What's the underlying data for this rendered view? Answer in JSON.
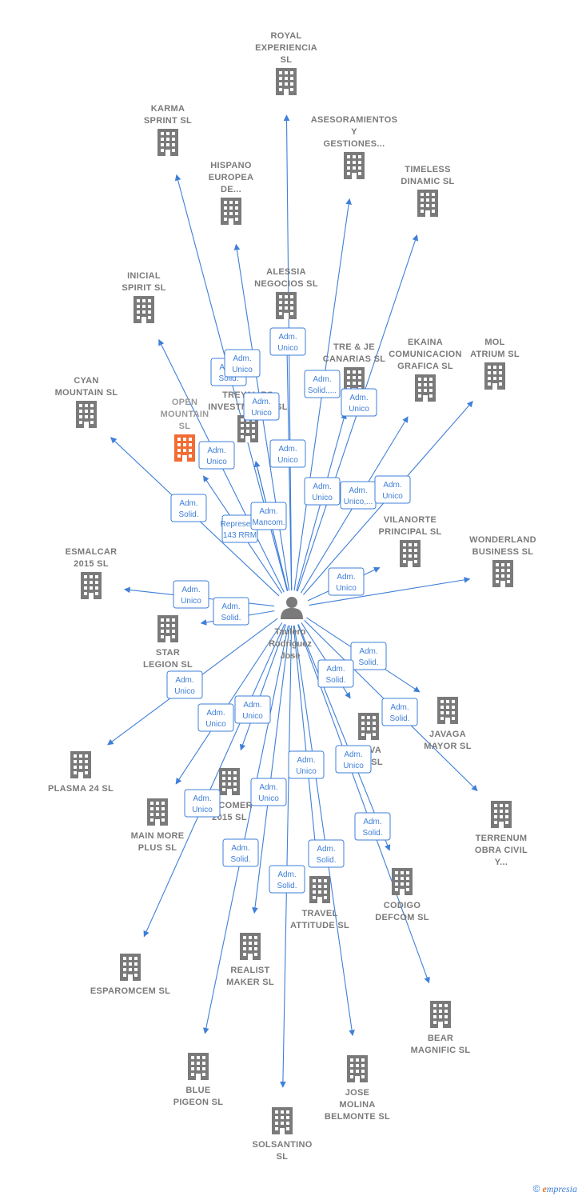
{
  "center": {
    "name_lines": [
      "Taulero",
      "Rodriguez",
      "Jose"
    ],
    "icon": "person-icon"
  },
  "colors": {
    "edge": "#3f7fd8",
    "building": "#7a7a7a",
    "highlight": "#f26c33"
  },
  "nodes": [
    {
      "id": "royal",
      "lines": [
        "ROYAL",
        "EXPERIENCIA",
        "SL"
      ],
      "highlight": false
    },
    {
      "id": "karma",
      "lines": [
        "KARMA",
        "SPRINT  SL"
      ],
      "highlight": false
    },
    {
      "id": "asesoramientos",
      "lines": [
        "ASESORAMIENTOS",
        "Y",
        "GESTIONES..."
      ],
      "highlight": false
    },
    {
      "id": "hispano",
      "lines": [
        "HISPANO",
        "EUROPEA",
        "DE..."
      ],
      "highlight": false
    },
    {
      "id": "timeless",
      "lines": [
        "TIMELESS",
        "DINAMIC  SL"
      ],
      "highlight": false
    },
    {
      "id": "inicial",
      "lines": [
        "INICIAL",
        "SPIRIT  SL"
      ],
      "highlight": false
    },
    {
      "id": "alessia",
      "lines": [
        "ALESSIA",
        "NEGOCIOS  SL"
      ],
      "highlight": false
    },
    {
      "id": "trejecanarias",
      "lines": [
        "TRE & JE",
        "CANARIAS  SL"
      ],
      "highlight": false
    },
    {
      "id": "ekaina",
      "lines": [
        "EKAINA",
        "COMUNICACION",
        "GRAFICA  SL"
      ],
      "highlight": false
    },
    {
      "id": "mol",
      "lines": [
        "MOL",
        "ATRIUM  SL"
      ],
      "highlight": false
    },
    {
      "id": "cyan",
      "lines": [
        "CYAN",
        "MOUNTAIN  SL"
      ],
      "highlight": false
    },
    {
      "id": "open",
      "lines": [
        "OPEN",
        "MOUNTAIN",
        "SL"
      ],
      "highlight": true
    },
    {
      "id": "treyal",
      "lines": [
        "TREYAL RS",
        "INVESTMENTS  SL"
      ],
      "highlight": false
    },
    {
      "id": "vilanorte",
      "lines": [
        "VILANORTE",
        "PRINCIPAL  SL"
      ],
      "highlight": false
    },
    {
      "id": "wonderland",
      "lines": [
        "WONDERLAND",
        "BUSINESS  SL"
      ],
      "highlight": false
    },
    {
      "id": "esmalcar",
      "lines": [
        "ESMALCAR",
        "2015  SL"
      ],
      "highlight": false
    },
    {
      "id": "star",
      "lines": [
        "STAR",
        "LEGION  SL"
      ],
      "highlight": false
    },
    {
      "id": "javaga",
      "lines": [
        "JAVAGA",
        "MAYOR  SL"
      ],
      "highlight": false
    },
    {
      "id": "nova",
      "lines": [
        "NOVA",
        "...S  SL"
      ],
      "highlight": false
    },
    {
      "id": "plasma",
      "lines": [
        "PLASMA 24 SL"
      ],
      "highlight": false
    },
    {
      "id": "terrenum",
      "lines": [
        "TERRENUM",
        "OBRA CIVIL",
        "Y..."
      ],
      "highlight": false
    },
    {
      "id": "mainmore",
      "lines": [
        "MAIN MORE",
        "PLUS  SL"
      ],
      "highlight": false
    },
    {
      "id": "alcomer",
      "lines": [
        "ALCOMER",
        "2015  SL"
      ],
      "highlight": false
    },
    {
      "id": "codigo",
      "lines": [
        "CODIGO",
        "DEFCOM  SL"
      ],
      "highlight": false
    },
    {
      "id": "travel",
      "lines": [
        "TRAVEL",
        "ATTITUDE  SL"
      ],
      "highlight": false
    },
    {
      "id": "esparomcem",
      "lines": [
        "ESPAROMCEM SL"
      ],
      "highlight": false
    },
    {
      "id": "realist",
      "lines": [
        "REALIST",
        "MAKER  SL"
      ],
      "highlight": false
    },
    {
      "id": "bear",
      "lines": [
        "BEAR",
        "MAGNIFIC  SL"
      ],
      "highlight": false
    },
    {
      "id": "blue",
      "lines": [
        "BLUE",
        "PIGEON  SL"
      ],
      "highlight": false
    },
    {
      "id": "jose",
      "lines": [
        "JOSE",
        "MOLINA",
        "BELMONTE  SL"
      ],
      "highlight": false
    },
    {
      "id": "solsantino",
      "lines": [
        "SOLSANTINO",
        "SL"
      ],
      "highlight": false
    }
  ],
  "edges": [
    {
      "to": "royal",
      "lines": [
        "Adm.",
        "Unico"
      ]
    },
    {
      "to": "karma",
      "lines": [
        "Adm.",
        "Solid."
      ]
    },
    {
      "to": "asesoramientos",
      "lines": [
        "Adm.",
        "Solid.,..."
      ]
    },
    {
      "to": "hispano",
      "lines": [
        "Adm.",
        "Unico"
      ]
    },
    {
      "to": "timeless",
      "lines": [
        "Adm.",
        "Unico"
      ]
    },
    {
      "to": "inicial",
      "lines": [
        "Adm.",
        "Unico"
      ]
    },
    {
      "to": "alessia",
      "lines": [
        "Adm.",
        "Unico"
      ]
    },
    {
      "to": "trejecanarias",
      "lines": [
        "Adm.",
        "Unico"
      ]
    },
    {
      "to": "ekaina",
      "lines": [
        "Adm.",
        "Unico,..."
      ]
    },
    {
      "to": "mol",
      "lines": [
        "Adm.",
        "Unico"
      ]
    },
    {
      "to": "cyan",
      "lines": [
        "Adm.",
        "Solid."
      ]
    },
    {
      "to": "open",
      "lines": [
        "Represent.",
        "143 RRM"
      ]
    },
    {
      "to": "treyal",
      "lines": [
        "Adm.",
        "Unico"
      ]
    },
    {
      "to": "treyal",
      "lines": [
        "Adm.",
        "Mancom."
      ]
    },
    {
      "to": "vilanorte",
      "lines": [
        "Adm.",
        "Unico"
      ]
    },
    {
      "to": "wonderland",
      "lines": [
        "Adm.",
        "Unico"
      ]
    },
    {
      "to": "esmalcar",
      "lines": [
        "Adm.",
        "Unico"
      ]
    },
    {
      "to": "star",
      "lines": [
        "Adm.",
        "Solid."
      ]
    },
    {
      "to": "javaga",
      "lines": [
        "Adm.",
        "Solid."
      ]
    },
    {
      "to": "nova",
      "lines": [
        "Adm.",
        "Solid."
      ]
    },
    {
      "to": "plasma",
      "lines": [
        "Adm.",
        "Unico"
      ]
    },
    {
      "to": "terrenum",
      "lines": [
        "Adm.",
        "Solid."
      ]
    },
    {
      "to": "mainmore",
      "lines": [
        "Adm.",
        "Unico"
      ]
    },
    {
      "to": "alcomer",
      "lines": [
        "Adm.",
        "Unico"
      ]
    },
    {
      "to": "codigo",
      "lines": [
        "Adm.",
        "Solid."
      ]
    },
    {
      "to": "travel",
      "lines": [
        "Adm.",
        "Unico"
      ]
    },
    {
      "to": "esparomcem",
      "lines": [
        "Adm.",
        "Unico"
      ]
    },
    {
      "to": "realist",
      "lines": [
        "Adm.",
        "Unico"
      ]
    },
    {
      "to": "bear",
      "lines": [
        "Adm.",
        "Unico"
      ]
    },
    {
      "to": "blue",
      "lines": [
        "Adm.",
        "Solid."
      ]
    },
    {
      "to": "jose",
      "lines": [
        "Adm.",
        "Solid."
      ]
    },
    {
      "to": "solsantino",
      "lines": [
        "Adm.",
        "Solid."
      ]
    }
  ],
  "footer": {
    "copyright": "©",
    "brand_initial": "e",
    "brand_rest": "mpresia"
  }
}
